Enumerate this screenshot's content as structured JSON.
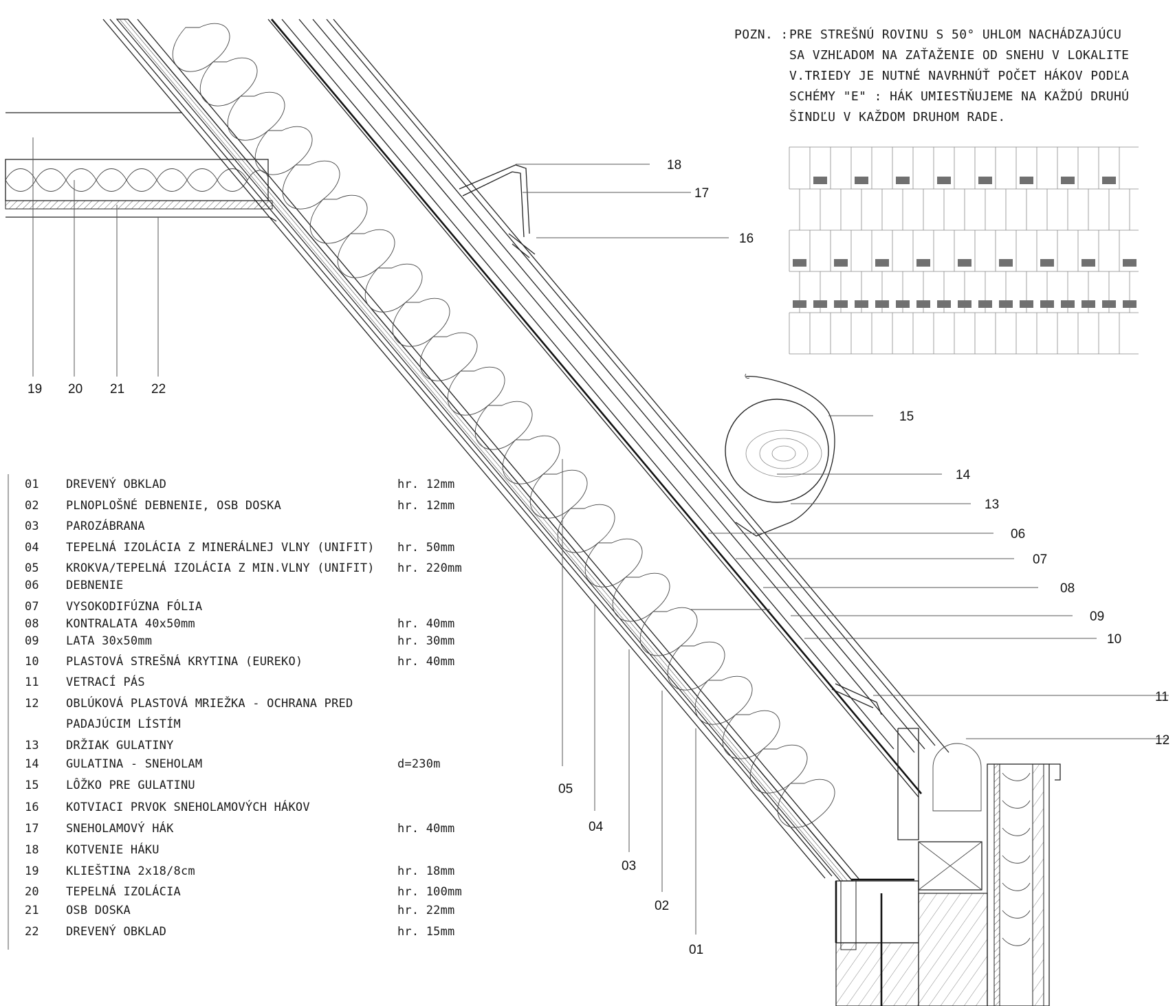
{
  "legend": [
    {
      "code": "01",
      "text": "DREVENÝ OBKLAD",
      "thickness": "hr. 12mm"
    },
    {
      "code": "02",
      "text": "PLNOPLOŠNÉ DEBNENIE, OSB DOSKA",
      "thickness": "hr. 12mm"
    },
    {
      "code": "03",
      "text": "PAROZÁBRANA",
      "thickness": ""
    },
    {
      "code": "04",
      "text": "TEPELNÁ IZOLÁCIA Z MINERÁLNEJ VLNY (UNIFIT)",
      "thickness": "hr. 50mm"
    },
    {
      "code": "05",
      "text": "KROKVA/TEPELNÁ IZOLÁCIA Z MIN.VLNY (UNIFIT)",
      "thickness": "hr. 220mm"
    },
    {
      "code": "06",
      "text": "DEBNENIE",
      "thickness": ""
    },
    {
      "code": "07",
      "text": "VYSOKODIFÚZNA FÓLIA",
      "thickness": ""
    },
    {
      "code": "08",
      "text": "KONTRALATA 40x50mm",
      "thickness": "hr. 40mm"
    },
    {
      "code": "09",
      "text": "LATA 30x50mm",
      "thickness": "hr. 30mm"
    },
    {
      "code": "10",
      "text": "PLASTOVÁ STREŠNÁ KRYTINA (EUREKO)",
      "thickness": "hr. 40mm"
    },
    {
      "code": "11",
      "text": "VETRACÍ PÁS",
      "thickness": ""
    },
    {
      "code": "12",
      "text": "OBLÚKOVÁ PLASTOVÁ MRIEŽKA - OCHRANA PRED",
      "thickness": ""
    },
    {
      "code": "",
      "text": "PADAJÚCIM LÍSTÍM",
      "thickness": ""
    },
    {
      "code": "13",
      "text": "DRŽIAK GULATINY",
      "thickness": ""
    },
    {
      "code": "14",
      "text": "GULATINA - SNEHOLAM",
      "thickness": "d=230m"
    },
    {
      "code": "15",
      "text": "LÔŽKO PRE GULATINU",
      "thickness": ""
    },
    {
      "code": "16",
      "text": "KOTVIACI PRVOK SNEHOLAMOVÝCH HÁKOV",
      "thickness": ""
    },
    {
      "code": "17",
      "text": "SNEHOLAMOVÝ HÁK",
      "thickness": "hr. 40mm"
    },
    {
      "code": "18",
      "text": "KOTVENIE HÁKU",
      "thickness": ""
    },
    {
      "code": "19",
      "text": "KLIEŠTINA 2x18/8cm",
      "thickness": "hr. 18mm"
    },
    {
      "code": "20",
      "text": "TEPELNÁ IZOLÁCIA",
      "thickness": "hr. 100mm"
    },
    {
      "code": "21",
      "text": "OSB DOSKA",
      "thickness": "hr. 22mm"
    },
    {
      "code": "22",
      "text": "DREVENÝ OBKLAD",
      "thickness": "hr. 15mm"
    }
  ],
  "note": {
    "prefix": "POZN. :",
    "lines": [
      "PRE STREŠNÚ ROVINU S 50° UHLOM NACHÁDZAJÚCU",
      "SA VZHĽADOM NA ZAŤAŽENIE OD SNEHU V  LOKALITE",
      "V.TRIEDY JE NUTNÉ NAVRHNÚŤ POČET HÁKOV PODĽA",
      "SCHÉMY \"E\" :  HÁK UMIESTŇUJEME NA KAŽDÚ DRUHÚ",
      "ŠINDĽU V KAŽDOM DRUHOM RADE."
    ]
  },
  "callouts": {
    "c01": "01",
    "c02": "02",
    "c03": "03",
    "c04": "04",
    "c05": "05",
    "c06": "06",
    "c07": "07",
    "c08": "08",
    "c09": "09",
    "c10": "10",
    "c11": "11",
    "c12": "12",
    "c13": "13",
    "c14": "14",
    "c15": "15",
    "c16": "16",
    "c17": "17",
    "c18": "18",
    "c19": "19",
    "c20": "20",
    "c21": "21",
    "c22": "22"
  },
  "colors": {
    "line": "#222222",
    "hook_marker": "#707070",
    "hatch": "#555555"
  }
}
